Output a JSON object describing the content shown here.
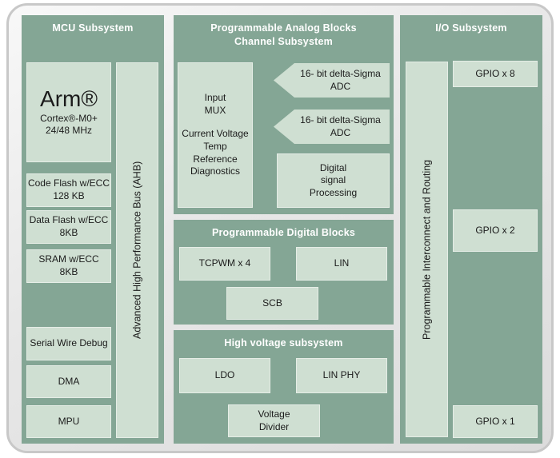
{
  "colors": {
    "panel_green": "#84a695",
    "block_green": "#cfdfd2",
    "panel_title_text": "#ffffff",
    "block_text": "#1b1b1b",
    "frame_border": "#c8c8c8"
  },
  "mcu": {
    "title": "MCU Subsystem",
    "arm": {
      "name": "Arm®",
      "core": "Cortex®-M0+",
      "clock": "24/48 MHz"
    },
    "code_flash": {
      "line1": "Code Flash w/ECC",
      "line2": "128 KB"
    },
    "data_flash": {
      "line1": "Data Flash w/ECC",
      "line2": "8KB"
    },
    "sram": {
      "line1": "SRAM w/ECC",
      "line2": "8KB"
    },
    "swd": "Serial Wire Debug",
    "dma": "DMA",
    "mpu": "MPU",
    "ahb": "Advanced High Performance Bus (AHB)"
  },
  "analog": {
    "title_line1": "Programmable Analog Blocks",
    "title_line2": "Channel Subsystem",
    "input_mux": {
      "line1": "Input",
      "line2": "MUX",
      "line3": "Current Voltage",
      "line4": "Temp",
      "line5": "Reference",
      "line6": "Diagnostics"
    },
    "adc1": {
      "line1": "16- bit delta-Sigma",
      "line2": "ADC"
    },
    "adc2": {
      "line1": "16- bit delta-Sigma",
      "line2": "ADC"
    },
    "dsp": {
      "line1": "Digital",
      "line2": "signal",
      "line3": "Processing"
    }
  },
  "digital": {
    "title": "Programmable Digital Blocks",
    "tcpwm": "TCPWM x 4",
    "lin": "LIN",
    "scb": "SCB"
  },
  "hv": {
    "title": "High voltage subsystem",
    "ldo": "LDO",
    "lin_phy": "LIN PHY",
    "vdiv": {
      "line1": "Voltage",
      "line2": "Divider"
    }
  },
  "io": {
    "title": "I/O Subsystem",
    "interconnect": "Programmable Interconnect and Routing",
    "gpio8": "GPIO x 8",
    "gpio2": "GPIO x 2",
    "gpio1": "GPIO x 1"
  }
}
